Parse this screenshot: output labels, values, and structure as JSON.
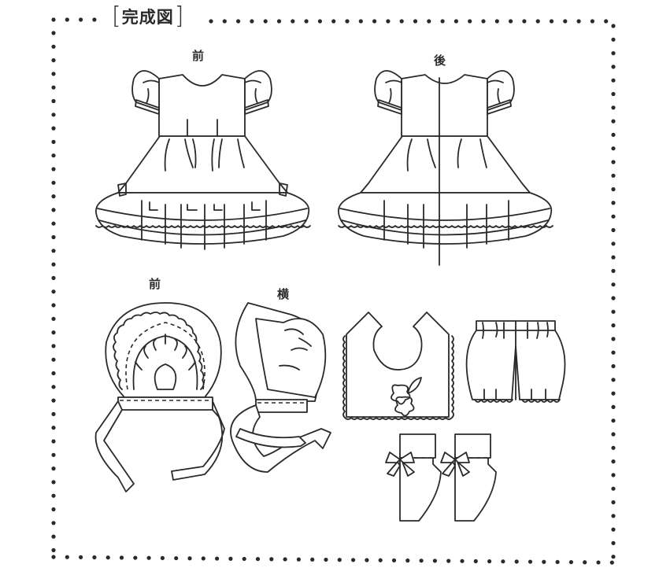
{
  "title": {
    "bracket_open": "[",
    "text": "完成図",
    "bracket_close": "]"
  },
  "illustrations": {
    "dress_front": {
      "label": "前",
      "item": "dress"
    },
    "dress_back": {
      "label": "後",
      "item": "dress"
    },
    "bonnet_front": {
      "label": "前",
      "item": "bonnet"
    },
    "bonnet_side": {
      "label": "横",
      "item": "bonnet"
    },
    "bib": {
      "label": "",
      "item": "bib"
    },
    "bloomers": {
      "label": "",
      "item": "bloomers"
    },
    "socks": {
      "label": "",
      "item": "socks"
    }
  },
  "border": {
    "style": "dotted",
    "color": "#2a2a2a"
  },
  "colors": {
    "line": "#2a2a2a",
    "background": "#ffffff"
  }
}
